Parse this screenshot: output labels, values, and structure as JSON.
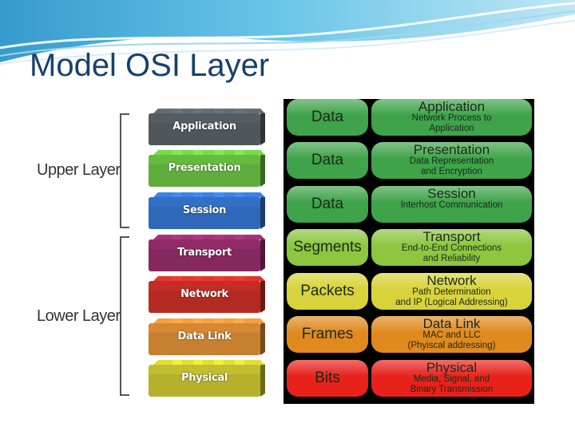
{
  "slide": {
    "title": "Model OSI Layer"
  },
  "left_diagram": {
    "upper_label": "Upper Layer",
    "lower_label": "Lower Layer",
    "layers": [
      {
        "name": "Application",
        "color": "#4f565c"
      },
      {
        "name": "Presentation",
        "color": "#5fae3b"
      },
      {
        "name": "Session",
        "color": "#2f68b8"
      },
      {
        "name": "Transport",
        "color": "#85285f"
      },
      {
        "name": "Network",
        "color": "#b42a22"
      },
      {
        "name": "Data Link",
        "color": "#c77f30"
      },
      {
        "name": "Physical",
        "color": "#b5b12c"
      }
    ]
  },
  "right_table": {
    "rows": [
      {
        "pdu": "Data",
        "layer": "Application",
        "desc1": "Network Process to",
        "desc2": "Application",
        "color": "#3ea349"
      },
      {
        "pdu": "Data",
        "layer": "Presentation",
        "desc1": "Data Representation",
        "desc2": "and Encryption",
        "color": "#3ea349"
      },
      {
        "pdu": "Data",
        "layer": "Session",
        "desc1": "Interhost Communication",
        "desc2": "",
        "color": "#3ea349"
      },
      {
        "pdu": "Segments",
        "layer": "Transport",
        "desc1": "End-to-End Connections",
        "desc2": "and Reliability",
        "color": "#8dc63f"
      },
      {
        "pdu": "Packets",
        "layer": "Network",
        "desc1": "Path Determination",
        "desc2": "and IP (Logical Addressing)",
        "color": "#d8d33a"
      },
      {
        "pdu": "Frames",
        "layer": "Data Link",
        "desc1": "MAC and LLC",
        "desc2": "(Phyiscal addressing)",
        "color": "#e08a1e"
      },
      {
        "pdu": "Bits",
        "layer": "Physical",
        "desc1": "Media, Signal, and",
        "desc2": "Binary Transmission",
        "color": "#e8221b"
      }
    ]
  }
}
